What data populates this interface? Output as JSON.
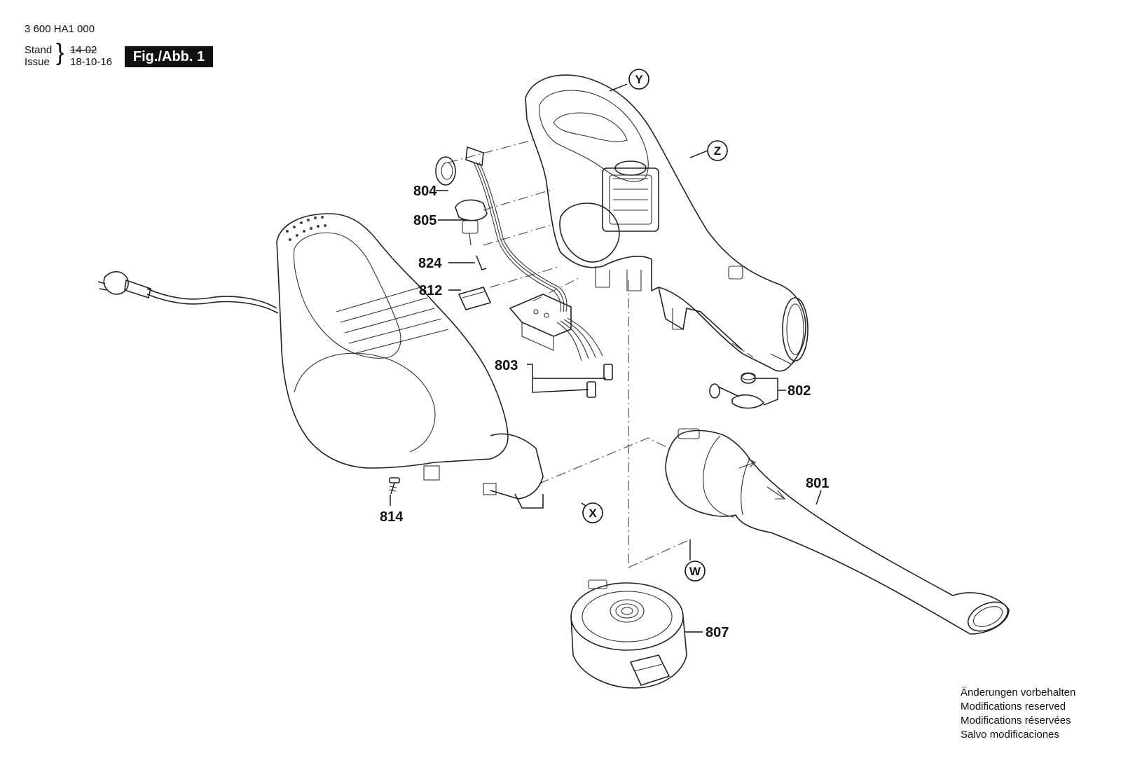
{
  "header": {
    "part_number": "3 600 HA1 000",
    "stand_label": "Stand",
    "issue_label": "Issue",
    "stand_value": "14-02",
    "issue_value": "18-10-16",
    "figure_label": "Fig./Abb. 1"
  },
  "parts": {
    "p801": "801",
    "p802": "802",
    "p803": "803",
    "p804": "804",
    "p805": "805",
    "p807": "807",
    "p812": "812",
    "p814": "814",
    "p824": "824"
  },
  "reference_markers": {
    "w": "W",
    "x": "X",
    "y": "Y",
    "z": "Z"
  },
  "notes": [
    "Änderungen vorbehalten",
    "Modifications reserved",
    "Modifications réservées",
    "Salvo modificaciones"
  ]
}
